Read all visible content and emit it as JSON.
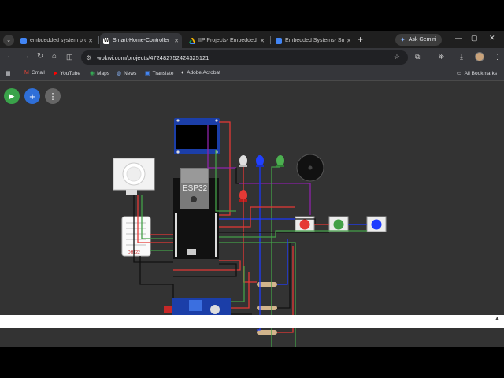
{
  "tabs": [
    {
      "title": "embdedded system proj",
      "favicon": "docs-icon",
      "color": "#4285f4",
      "active": false
    },
    {
      "title": "Smart-Home-Controller",
      "favicon": "wokwi-icon",
      "color": "#ffffff",
      "active": true
    },
    {
      "title": "IIP Projects- Embedded",
      "favicon": "drive-icon",
      "color": "#f4b400",
      "active": false
    },
    {
      "title": "Embedded Systems- Sm",
      "favicon": "docs-icon",
      "color": "#4285f4",
      "active": false
    }
  ],
  "ask_gemini": "Ask Gemini",
  "url": "wokwi.com/projects/4724827524243251 21",
  "url_text": "wokwi.com/projects/472482752424325121",
  "bookmarks": [
    {
      "label": "Gmail",
      "icon": "gmail-icon"
    },
    {
      "label": "YouTube",
      "icon": "youtube-icon"
    },
    {
      "label": "Maps",
      "icon": "maps-icon"
    },
    {
      "label": "News",
      "icon": "news-icon"
    },
    {
      "label": "Translate",
      "icon": "translate-icon"
    },
    {
      "label": "Adobe Acrobat",
      "icon": "acrobat-icon"
    }
  ],
  "all_bookmarks": "All Bookmarks",
  "board_label": "ESP32",
  "dht_label": "DHT22",
  "colors": {
    "content_bg": "#333333",
    "wire_red": "#e53935",
    "wire_green": "#43a047",
    "wire_blue": "#1e3cff",
    "wire_black": "#111111",
    "wire_purple": "#8e24aa"
  }
}
